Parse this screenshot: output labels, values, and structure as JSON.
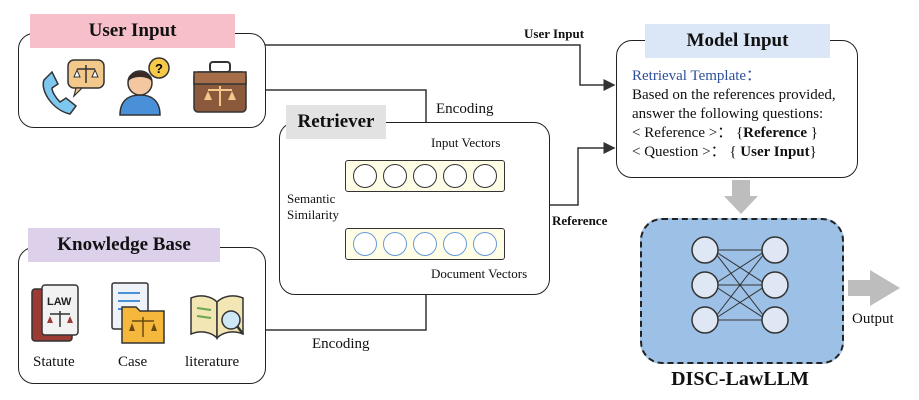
{
  "user_input": {
    "title": "User Input",
    "icons": [
      "phone-consultation-icon",
      "confused-person-icon",
      "briefcase-scale-icon"
    ]
  },
  "knowledge_base": {
    "title": "Knowledge Base",
    "items": [
      {
        "icon": "law-book-icon",
        "label": "Statute"
      },
      {
        "icon": "case-folder-icon",
        "label": "Case"
      },
      {
        "icon": "open-book-icon",
        "label": "literature"
      }
    ]
  },
  "retriever": {
    "title": "Retriever",
    "encoding_top": "Encoding",
    "input_vectors": "Input Vectors",
    "document_vectors": "Document Vectors",
    "semantic_line1": "Semantic",
    "semantic_line2": "Similarity"
  },
  "encoding_bottom": "Encoding",
  "arrow_user_input": "User Input",
  "arrow_reference": "Reference",
  "model_input": {
    "title": "Model Input",
    "template_label": "Retrieval Template：",
    "line1": "Based on the references provided,",
    "line2": "answer the following questions:",
    "ref_prefix": "< Reference >： {",
    "ref_value": "Reference",
    "ref_suffix": " }",
    "q_prefix": "< Question >： { ",
    "q_value": "User Input",
    "q_suffix": "}"
  },
  "llm": {
    "name": "DISC-LawLLM",
    "output_label": "Output"
  },
  "colors": {
    "user_input_tab": "#f7bfc9",
    "knowledge_base_tab": "#dcd0ea",
    "retriever_tab": "#e2e2e2",
    "model_input_tab": "#dbe6f7",
    "llm_fill": "#9dc0e6",
    "template_label": "#2e4f9a",
    "grey_arrow": "#bdbdbd",
    "vector_arrow": "#4472c4"
  }
}
